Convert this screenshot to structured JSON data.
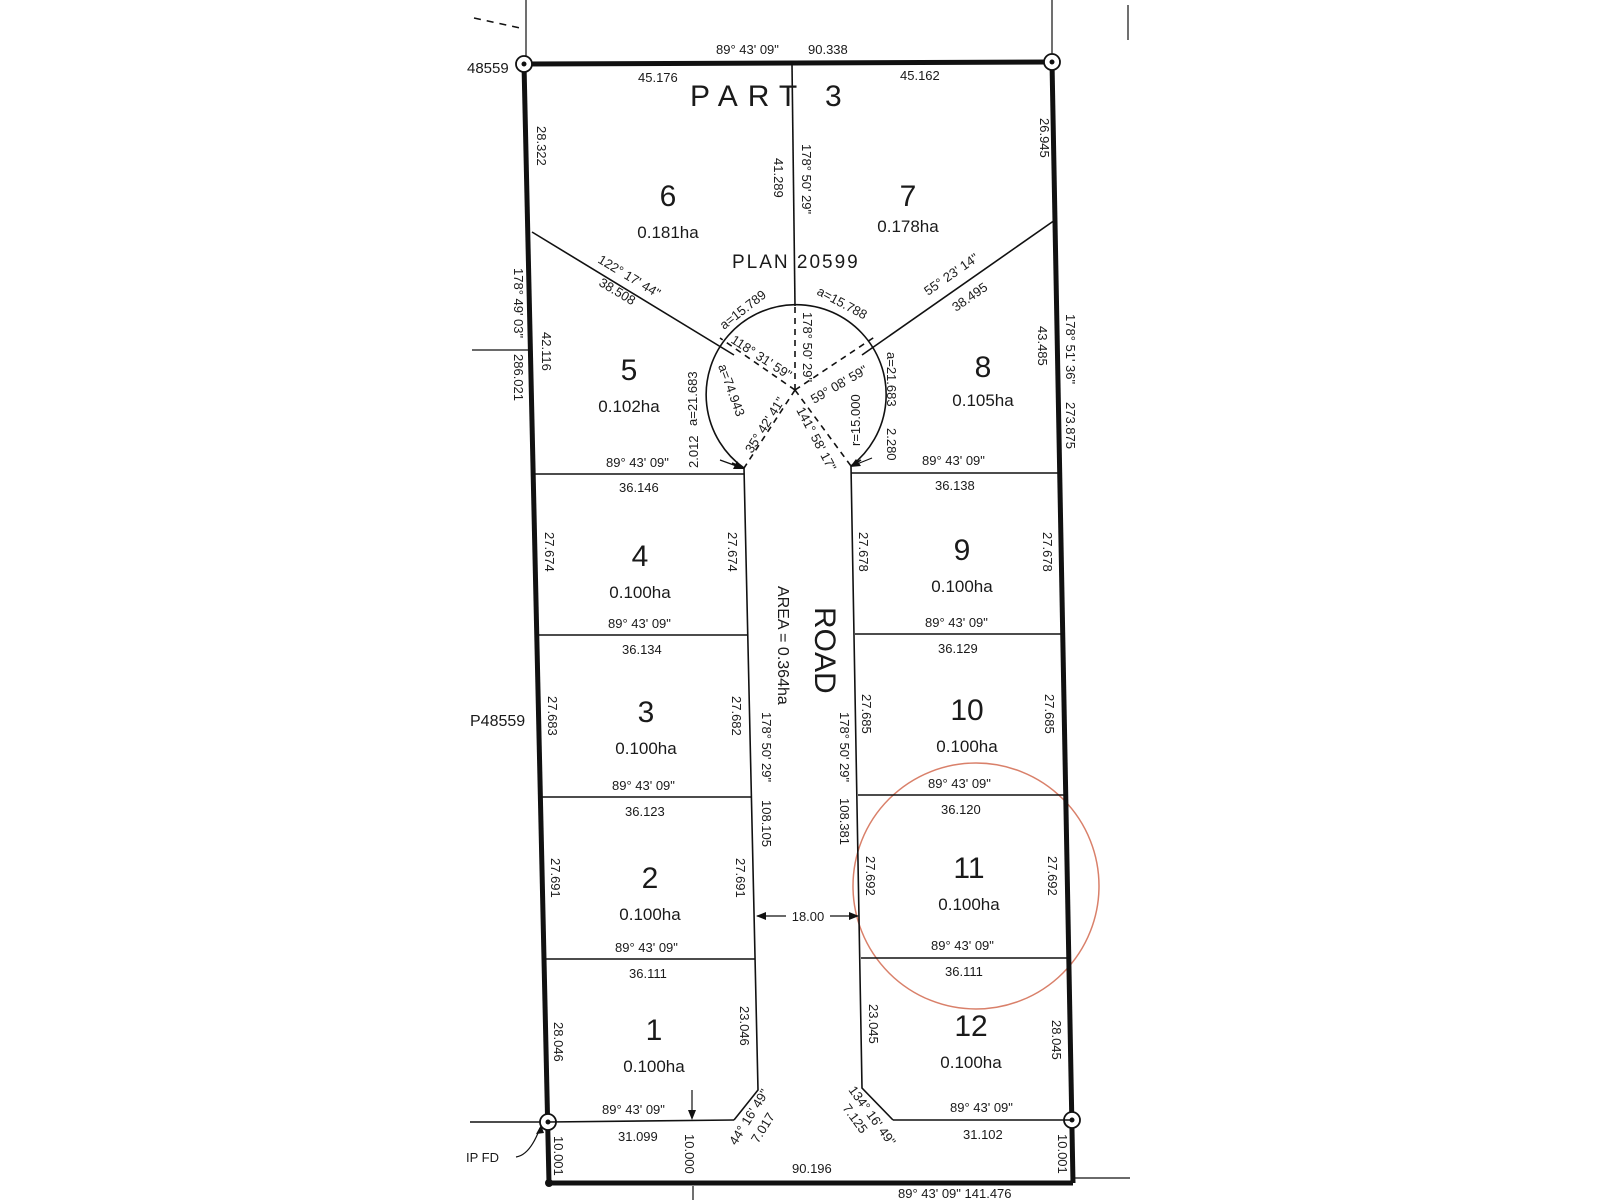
{
  "plan": {
    "part_label": "PART 3",
    "plan_label": "PLAN 20599",
    "adjacent_plan_top": "48559",
    "adjacent_plan_mid": "P48559",
    "ip_found": "IP FD",
    "highlight_color": "#d9806a"
  },
  "road": {
    "label": "ROAD",
    "area": "AREA = 0.364ha",
    "width": "18.00"
  },
  "lots": [
    {
      "number": "1",
      "area": "0.100ha"
    },
    {
      "number": "2",
      "area": "0.100ha"
    },
    {
      "number": "3",
      "area": "0.100ha"
    },
    {
      "number": "4",
      "area": "0.100ha"
    },
    {
      "number": "5",
      "area": "0.102ha"
    },
    {
      "number": "6",
      "area": "0.181ha"
    },
    {
      "number": "7",
      "area": "0.178ha"
    },
    {
      "number": "8",
      "area": "0.105ha"
    },
    {
      "number": "9",
      "area": "0.100ha"
    },
    {
      "number": "10",
      "area": "0.100ha"
    },
    {
      "number": "11",
      "area": "0.100ha"
    },
    {
      "number": "12",
      "area": "0.100ha"
    }
  ],
  "dims": {
    "top_bearing": "89° 43' 09\"",
    "top_total": "90.338",
    "top_left": "45.176",
    "top_right": "45.162",
    "divider_dist": "41.289",
    "divider_bearing": "178° 50' 29\"",
    "left_top": "28.322",
    "right_top": "26.945",
    "l5_bearing": "122° 17' 44\"",
    "l5_dist": "38.508",
    "l8_bearing": "55° 23' 14\"",
    "l8_dist": "38.495",
    "left_bearing": "178° 49' 03\"",
    "left_total": "286.021",
    "left_5": "42.116",
    "right_bearing": "178° 51' 36\"",
    "right_total": "273.875",
    "right_8": "43.485",
    "arc_left_top": "a=15.789",
    "arc_right_top": "a=15.788",
    "arc_left_side": "a=21.683",
    "arc_right_side": "a=21.683",
    "arc_left_chord": "a=74.943",
    "radius": "r=15.000",
    "angle_1": "118° 31' 59\"",
    "angle_2": "59° 08' 59\"",
    "angle_3": "35° 42' 41\"",
    "angle_4": "141° 58' 17\"",
    "center_bearing": "178° 50' 29\"",
    "left_offset": "2.012",
    "right_offset": "2.280",
    "bearing_h": "89° 43' 09\"",
    "l5_bottom": "36.146",
    "l8_bottom": "36.138",
    "l4_left": "27.674",
    "l4_right": "27.674",
    "l9_left": "27.678",
    "l9_right": "27.678",
    "l4_bottom": "36.134",
    "l9_bottom": "36.129",
    "l3_left": "27.683",
    "l3_right": "27.682",
    "l10_left": "27.685",
    "l10_right": "27.685",
    "l3_bottom": "36.123",
    "l10_bottom": "36.120",
    "l2_left": "27.691",
    "l2_right": "27.691",
    "l11_left": "27.692",
    "l11_right": "27.692",
    "l2_bottom": "36.111",
    "l11_bottom": "36.111",
    "l1_left": "28.046",
    "l1_right": "23.046",
    "l12_left": "23.045",
    "l12_right": "28.045",
    "road_left_bearing": "178° 50' 29\"",
    "road_left_len": "108.105",
    "road_right_bearing": "178° 50' 29\"",
    "road_right_len": "108.381",
    "l1_bottom": "31.099",
    "l12_bottom": "31.102",
    "corner_left_bearing": "44° 16' 49\"",
    "corner_left_len": "7.017",
    "corner_right_bearing": "134° 16' 49\"",
    "corner_right_len": "7.125",
    "bottom_left_side": "10.001",
    "bottom_right_side": "10.001",
    "bottom_mid": "10.000",
    "bottom_total": "90.196",
    "bottom_bearing_total": "89° 43' 09\" 141.476"
  }
}
